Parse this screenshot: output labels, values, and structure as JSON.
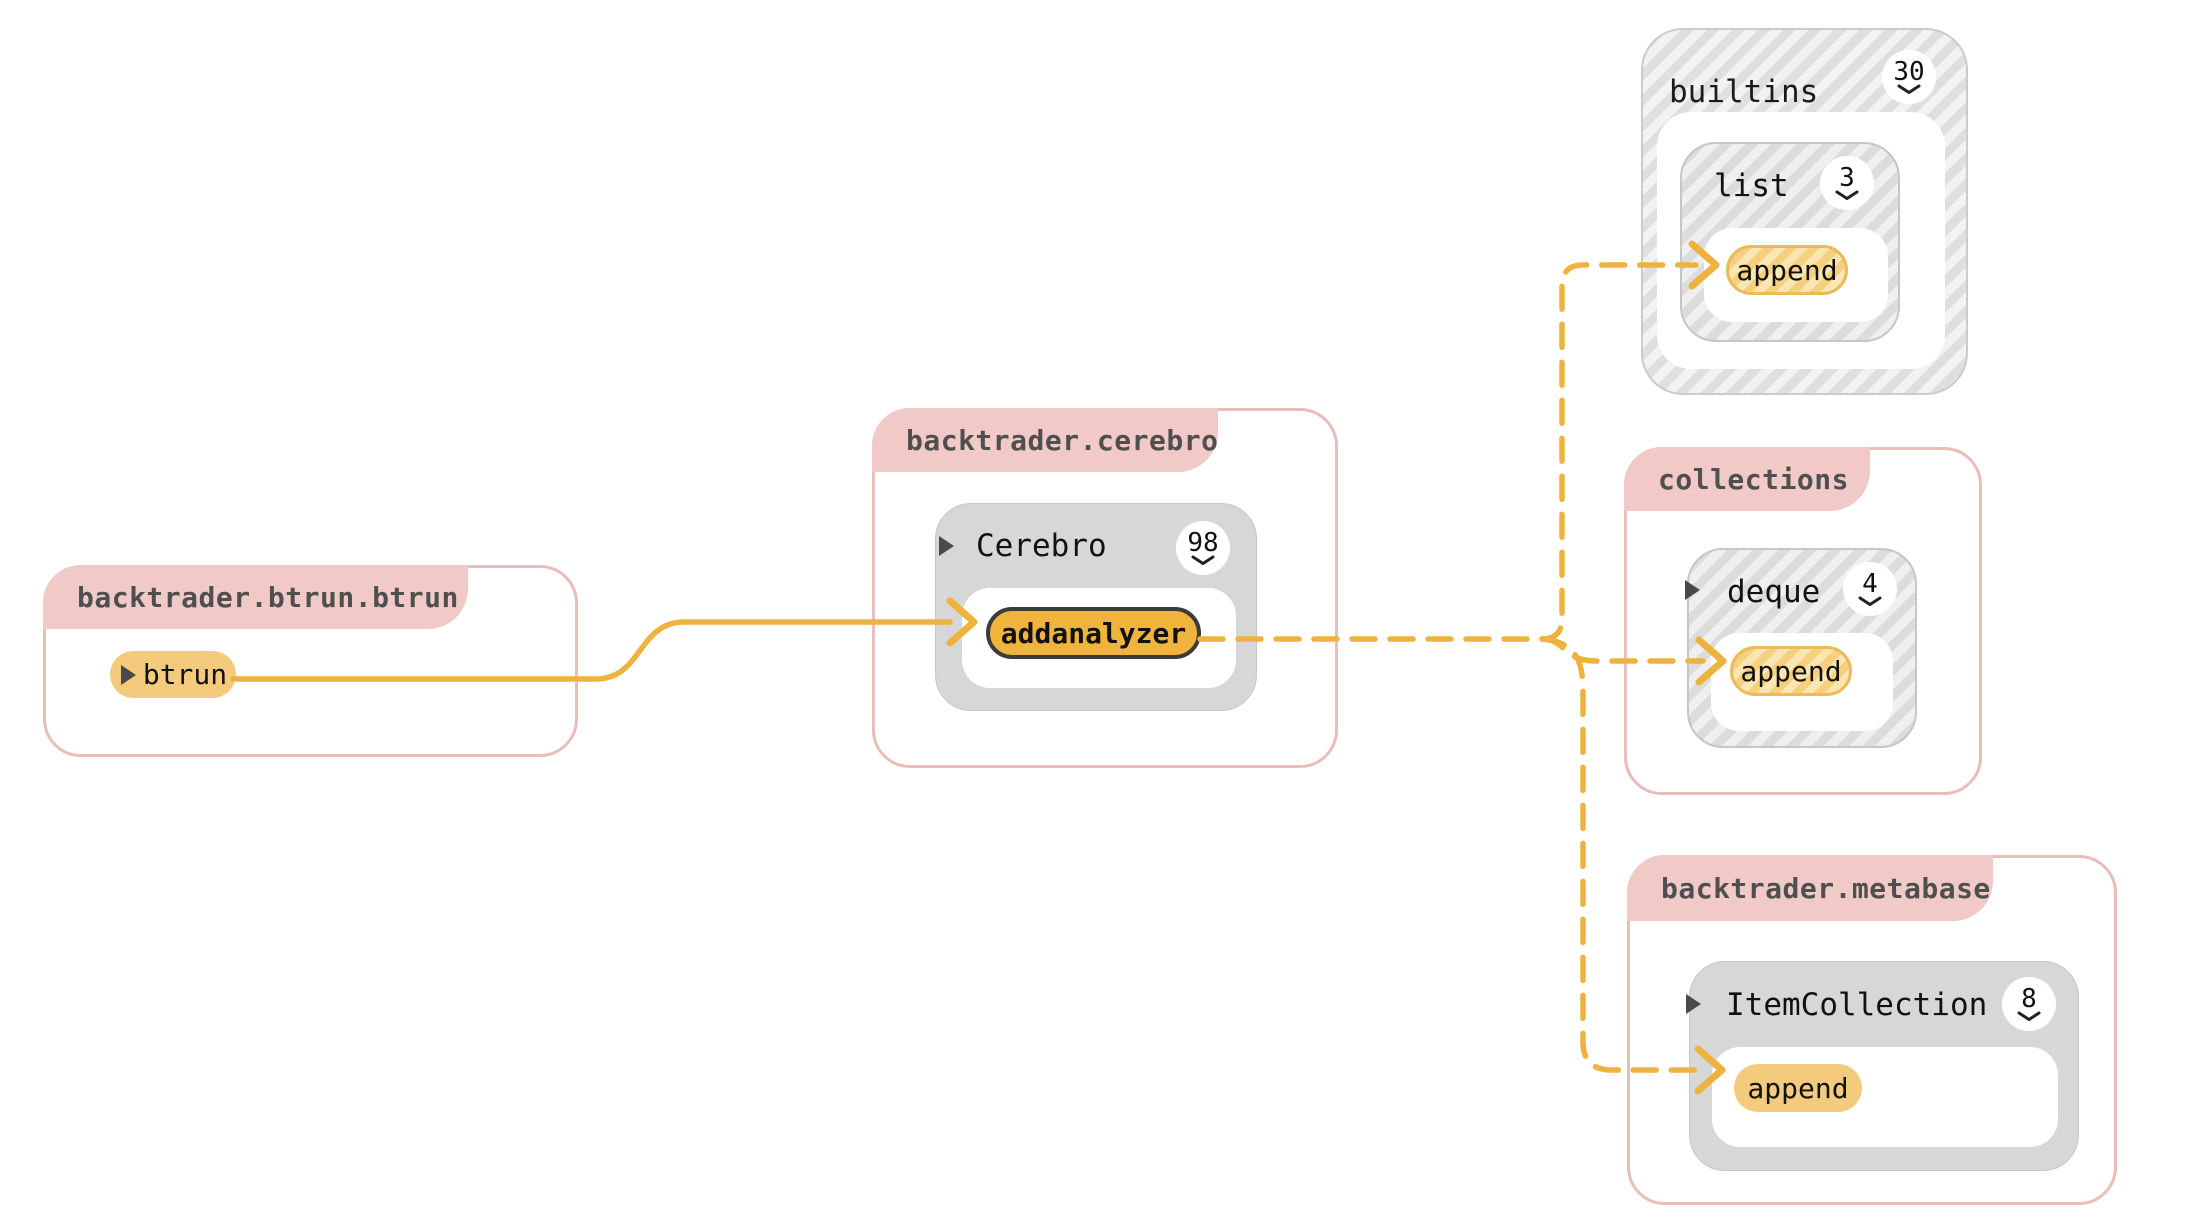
{
  "diagram": {
    "modules": {
      "btrun": {
        "title": "backtrader.btrun.btrun"
      },
      "cerebro": {
        "title": "backtrader.cerebro"
      },
      "builtins": {
        "title": "builtins",
        "badge": "30"
      },
      "collections": {
        "title": "collections"
      },
      "metabase": {
        "title": "backtrader.metabase"
      }
    },
    "nodes": {
      "btrun_fn": {
        "label": "btrun",
        "kind": "function"
      },
      "cerebro_class": {
        "label": "Cerebro",
        "badge": "98",
        "kind": "class"
      },
      "addanalyzer": {
        "label": "addanalyzer",
        "kind": "method",
        "state": "active"
      },
      "list_class": {
        "label": "list",
        "badge": "3",
        "kind": "class"
      },
      "list_append": {
        "label": "append",
        "kind": "method"
      },
      "deque_class": {
        "label": "deque",
        "badge": "4",
        "kind": "class"
      },
      "deque_append": {
        "label": "append",
        "kind": "method"
      },
      "itemcollection_class": {
        "label": "ItemCollection",
        "badge": "8",
        "kind": "class"
      },
      "itemcollection_append": {
        "label": "append",
        "kind": "method"
      }
    },
    "edges": [
      {
        "from": "btrun_fn",
        "to": "addanalyzer",
        "style": "solid"
      },
      {
        "from": "addanalyzer",
        "to": "list_append",
        "style": "dashed"
      },
      {
        "from": "addanalyzer",
        "to": "deque_append",
        "style": "dashed"
      },
      {
        "from": "addanalyzer",
        "to": "itemcollection_append",
        "style": "dashed"
      }
    ],
    "colors": {
      "edge": "#EDB33E",
      "module_header_fill": "#F1CAC7",
      "module_border": "#E9BDBA",
      "header_text": "#4F4F4F",
      "class_fill": "#D7D7D7",
      "pill_yellow": "#F4CB7D",
      "active_fill": "#F0B43C",
      "active_border": "#3B3B3B"
    }
  }
}
